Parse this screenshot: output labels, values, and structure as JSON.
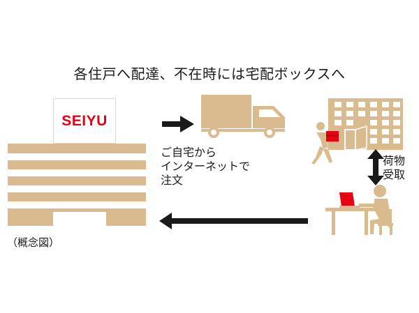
{
  "headline": "各住戸へ配達、不在時には宅配ボックスへ",
  "store": {
    "logo_text": "SEIYU"
  },
  "order": {
    "lines": [
      "ご自宅から",
      "インターネットで",
      "注文"
    ]
  },
  "receive": {
    "lines": [
      "荷物",
      "受取"
    ]
  },
  "caption": "（概念図）",
  "colors": {
    "illustration": "#d9bb8f",
    "arrow": "#1a1a1a",
    "logo": "#e60012",
    "laptop_screen": "#e60012"
  }
}
